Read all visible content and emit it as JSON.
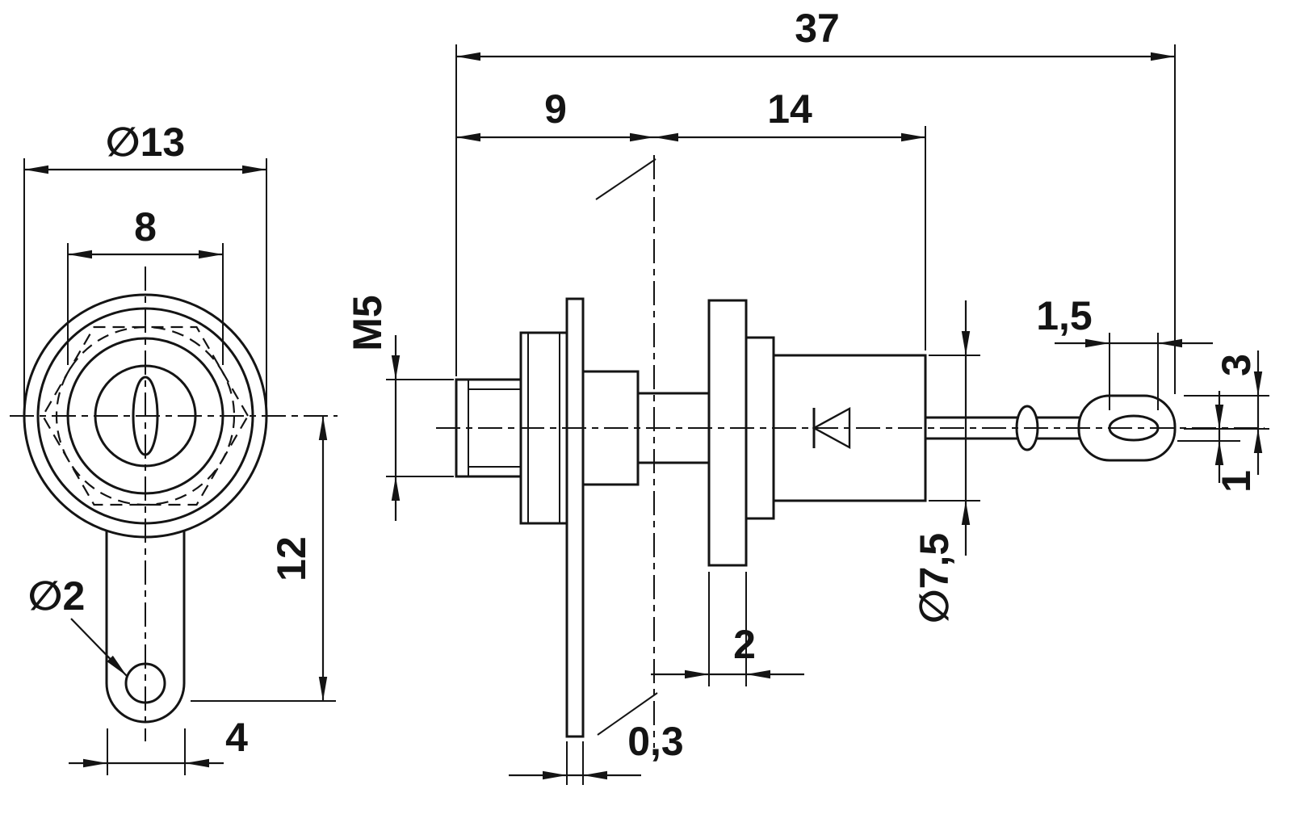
{
  "front": {
    "outer_diameter": "∅13",
    "boss_diameter": "8",
    "tab_length": "12",
    "hole_diameter": "∅2",
    "tab_width": "4"
  },
  "side": {
    "overall_length": "37",
    "thread_length": "9",
    "body_length": "14",
    "thread": "M5",
    "washer_thickness": "2",
    "lug_thickness": "0,3",
    "body_diameter": "∅7,5",
    "slot_width": "1,5",
    "terminal_width": "3",
    "terminal_thickness": "1"
  },
  "colors": {
    "line": "#141414",
    "background": "#ffffff"
  }
}
